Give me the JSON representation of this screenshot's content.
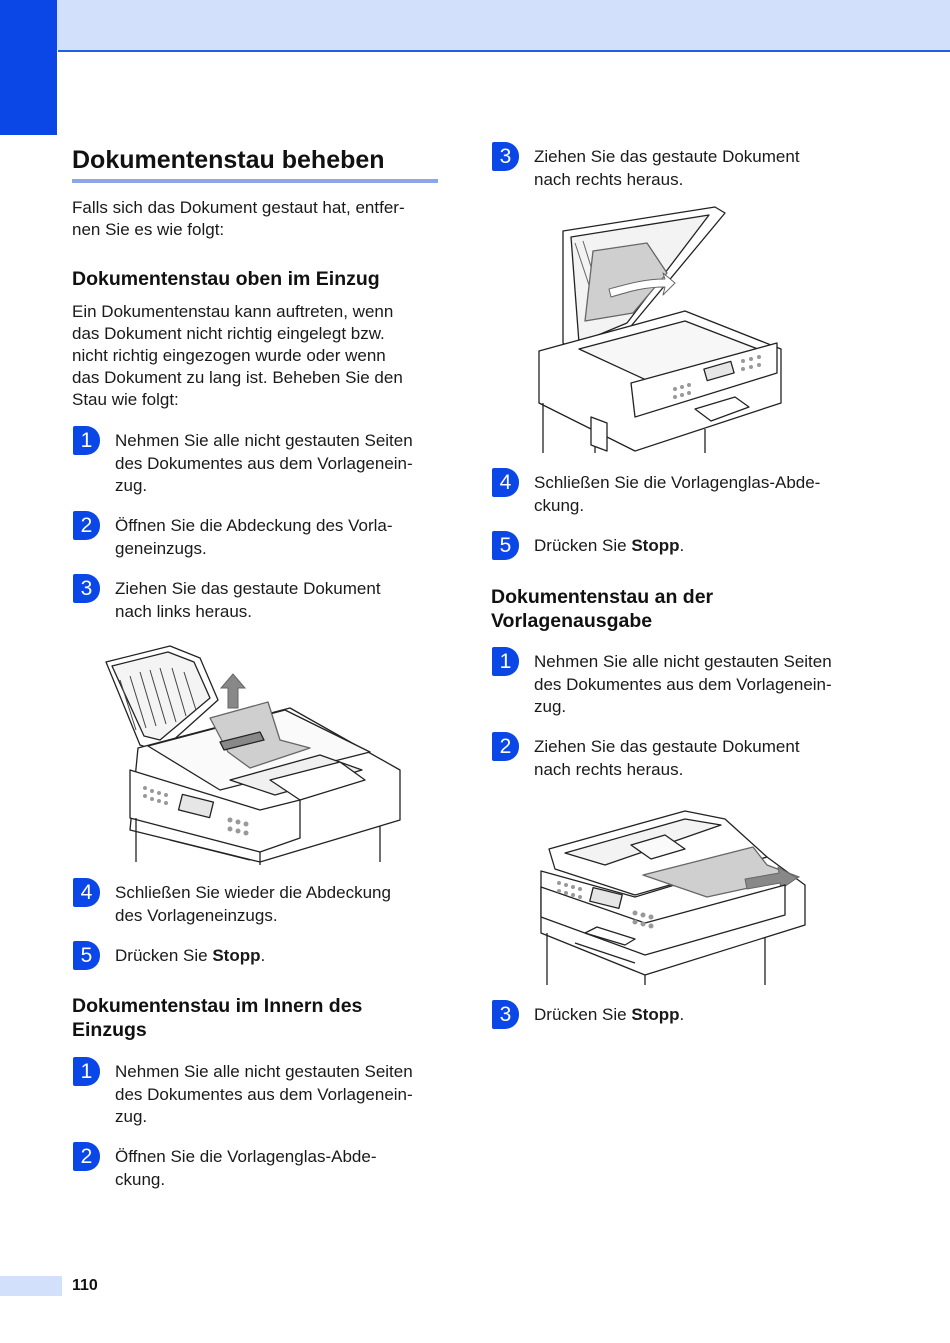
{
  "page": {
    "title": "Dokumentenstau beheben",
    "intro": "Falls sich das Dokument gestaut hat, entfer-nen Sie es wie folgt:",
    "page_number": "110"
  },
  "section1": {
    "heading": "Dokumentenstau oben im Einzug",
    "text": "Ein Dokumentenstau kann auftreten, wenn das Dokument nicht richtig eingelegt bzw. nicht richtig eingezogen wurde oder wenn das Dokument zu lang ist. Beheben Sie den Stau wie folgt:",
    "steps": [
      {
        "num": "1",
        "text": "Nehmen Sie alle nicht gestauten Seiten des Dokumentes aus dem Vorlageneinzug."
      },
      {
        "num": "2",
        "text": "Öffnen Sie die Abdeckung des Vorlageneinzugs."
      },
      {
        "num": "3",
        "text": "Ziehen Sie das gestaute Dokument nach links heraus."
      },
      {
        "num": "4",
        "text": "Schließen Sie wieder die Abdeckung des Vorlageneinzugs."
      },
      {
        "num": "5",
        "text_before": "Drücken Sie ",
        "bold": "Stopp",
        "text_after": "."
      }
    ]
  },
  "section2": {
    "heading": "Dokumentenstau im Innern des Einzugs",
    "steps": [
      {
        "num": "1",
        "text": "Nehmen Sie alle nicht gestauten Seiten des Dokumentes aus dem Vorlageneinzug."
      },
      {
        "num": "2",
        "text": "Öffnen Sie die Vorlagenglas-Abdeckung."
      },
      {
        "num": "3",
        "text": "Ziehen Sie das gestaute Dokument nach rechts heraus."
      },
      {
        "num": "4",
        "text": "Schließen Sie die Vorlagenglas-Abdeckung."
      },
      {
        "num": "5",
        "text_before": "Drücken Sie ",
        "bold": "Stopp",
        "text_after": "."
      }
    ]
  },
  "section3": {
    "heading": "Dokumentenstau an der Vorlagenausgabe",
    "steps": [
      {
        "num": "1",
        "text": "Nehmen Sie alle nicht gestauten Seiten des Dokumentes aus dem Vorlageneinzug."
      },
      {
        "num": "2",
        "text": "Ziehen Sie das gestaute Dokument nach rechts heraus."
      },
      {
        "num": "3",
        "text_before": "Drücken Sie ",
        "bold": "Stopp",
        "text_after": "."
      }
    ]
  },
  "colors": {
    "accent": "#0a47e6",
    "band": "#d3e0fb",
    "rule": "#8ca6e6"
  }
}
